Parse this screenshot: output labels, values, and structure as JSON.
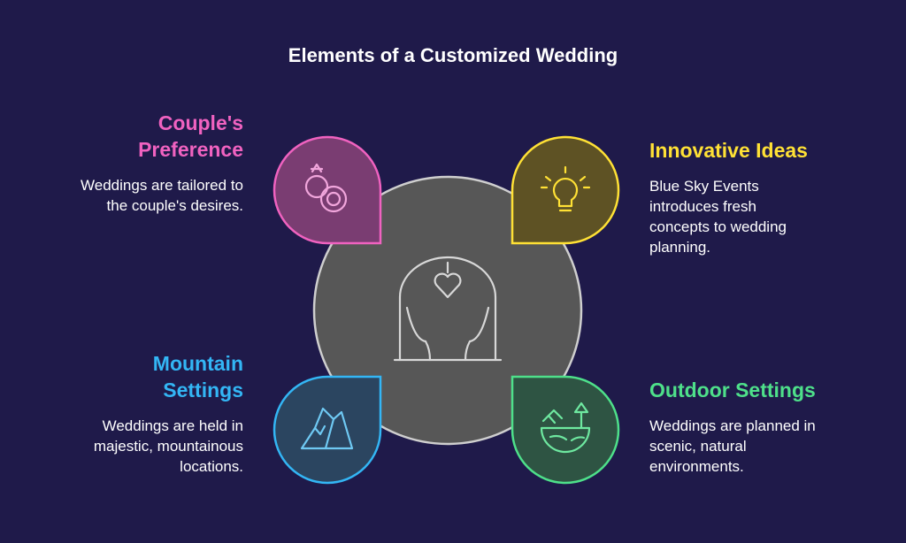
{
  "title": "Elements of a Customized Wedding",
  "center": {
    "icon": "wedding-arch-heart-icon"
  },
  "elements": [
    {
      "id": "couples-preference",
      "heading": "Couple's Preference",
      "heading_line1": "Couple's",
      "heading_line2": "Preference",
      "desc_line1": "Weddings are tailored to",
      "desc_line2": "the couple's desires.",
      "icon": "rings-icon",
      "color": "#f062c0",
      "fill": "#7a3d72"
    },
    {
      "id": "innovative-ideas",
      "heading": "Innovative Ideas",
      "desc_line1": "Blue Sky Events",
      "desc_line2": "introduces fresh",
      "desc_line3": "concepts to wedding",
      "desc_line4": "planning.",
      "icon": "lightbulb-icon",
      "color": "#ffe135",
      "fill": "#5e5224"
    },
    {
      "id": "mountain-settings",
      "heading": "Mountain Settings",
      "heading_line1": "Mountain",
      "heading_line2": "Settings",
      "desc_line1": "Weddings are held in",
      "desc_line2": "majestic, mountainous",
      "desc_line3": "locations.",
      "icon": "mountain-icon",
      "color": "#33b6f5",
      "fill": "#2b4560"
    },
    {
      "id": "outdoor-settings",
      "heading": "Outdoor Settings",
      "desc_line1": "Weddings are planned in",
      "desc_line2": "scenic, natural",
      "desc_line3": "environments.",
      "icon": "outdoor-nature-icon",
      "color": "#4ee08a",
      "fill": "#2e5443"
    }
  ]
}
